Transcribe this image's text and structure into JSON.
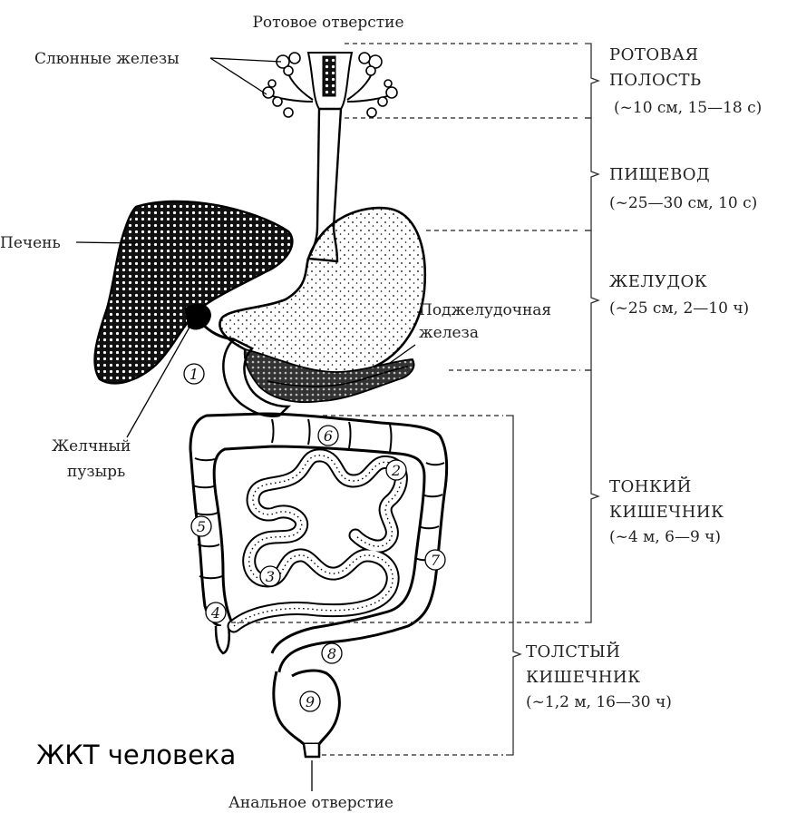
{
  "labels": {
    "mouth_opening": "Ротовое отверстие",
    "salivary_glands": "Слюнные железы",
    "liver": "Печень",
    "pancreas_line1": "Поджелудочная",
    "pancreas_line2": "железа",
    "gallbladder_line1": "Желчный",
    "gallbladder_line2": "пузырь",
    "anal_opening": "Анальное отверстие"
  },
  "sections": [
    {
      "name_line1": "РОТОВАЯ",
      "name_line2": "ПОЛОСТЬ",
      "stats": "(~10 см, 15—18 с)"
    },
    {
      "name_line1": "ПИЩЕВОД",
      "name_line2": "",
      "stats": "(~25—30 см, 10 с)"
    },
    {
      "name_line1": "ЖЕЛУДОК",
      "name_line2": "",
      "stats": "(~25 см, 2—10 ч)"
    },
    {
      "name_line1": "ТОНКИЙ",
      "name_line2": "КИШЕЧНИК",
      "stats": "(~4 м, 6—9 ч)"
    },
    {
      "name_line1": "ТОЛСТЫЙ",
      "name_line2": "КИШЕЧНИК",
      "stats": "(~1,2 м, 16—30 ч)"
    }
  ],
  "markers": [
    "1",
    "2",
    "3",
    "4",
    "5",
    "6",
    "7",
    "8",
    "9"
  ],
  "caption": "ЖКТ человека"
}
